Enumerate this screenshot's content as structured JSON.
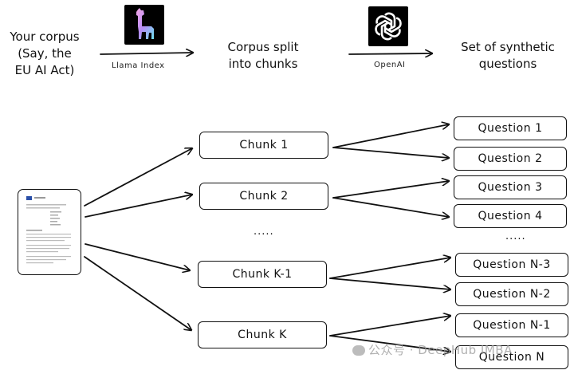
{
  "top_row": {
    "corpus_text": [
      "Your corpus",
      "(Say, the",
      "EU AI Act)"
    ],
    "llama_label": "Llama Index",
    "split_text": [
      "Corpus split",
      "into chunks"
    ],
    "openai_label": "OpenAI",
    "questions_text": [
      "Set of synthetic",
      "questions"
    ]
  },
  "chunks": [
    "Chunk 1",
    "Chunk 2",
    ".....",
    "Chunk K-1",
    "Chunk K"
  ],
  "questions": [
    "Question 1",
    "Question 2",
    "Question 3",
    "Question 4",
    ".....",
    "Question N-3",
    "Question N-2",
    "Question N-1",
    "Question N"
  ],
  "icons": {
    "llama": "llama-icon",
    "openai": "openai-knot-icon",
    "document": "document-icon"
  },
  "watermark": "公众号 · DeepHub IMBA",
  "colors": {
    "ink": "#111111",
    "tile": "#000000"
  }
}
